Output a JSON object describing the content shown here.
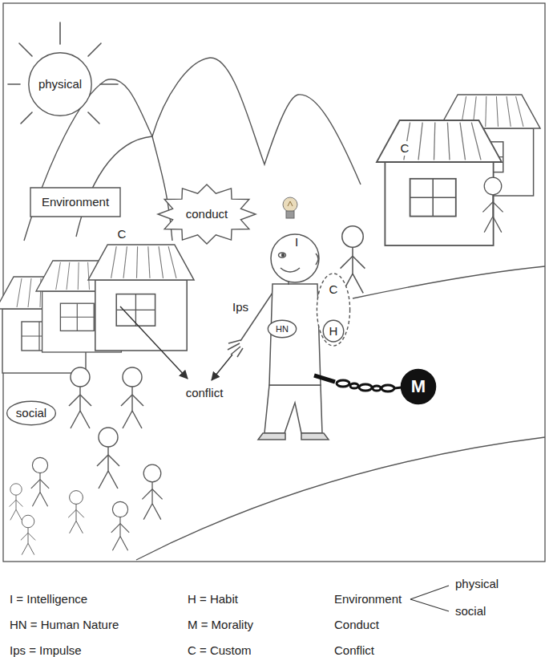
{
  "diagram": {
    "nodes": [
      {
        "text": [
          "physical"
        ]
      },
      {
        "text": [
          "Environment"
        ]
      },
      {
        "text": [
          "conduct"
        ]
      },
      {
        "text": [
          "C"
        ]
      },
      {
        "text": [
          "H"
        ],
        "in": 3
      },
      {
        "text": [
          "HN"
        ]
      },
      {
        "text": [
          "M"
        ]
      },
      {
        "text": [
          "social"
        ]
      }
    ],
    "labels": [
      "C",
      "C",
      "I",
      "Ips",
      "conflict",
      "I = Intelligence",
      "H = Habit",
      "Environment",
      "physical",
      "HN = Human Nature",
      "M = Morality",
      "Conduct",
      "social",
      "Ips = Impulse",
      "C = Custom",
      "Conflict"
    ]
  }
}
